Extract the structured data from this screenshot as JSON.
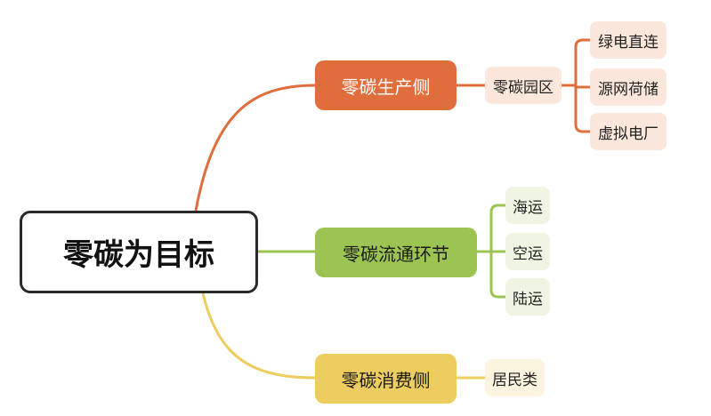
{
  "root": {
    "label": "零碳为目标"
  },
  "colors": {
    "production": "#E06E3D",
    "circulation": "#9CC452",
    "consumption": "#EDCD5F"
  },
  "branches": [
    {
      "label": "零碳生产侧",
      "sub": {
        "label": "零碳园区",
        "children": [
          "绿电直连",
          "源网荷储",
          "虚拟电厂"
        ]
      }
    },
    {
      "label": "零碳流通环节",
      "children": [
        "海运",
        "空运",
        "陆运"
      ]
    },
    {
      "label": "零碳消费侧",
      "children": [
        "居民类"
      ]
    }
  ]
}
